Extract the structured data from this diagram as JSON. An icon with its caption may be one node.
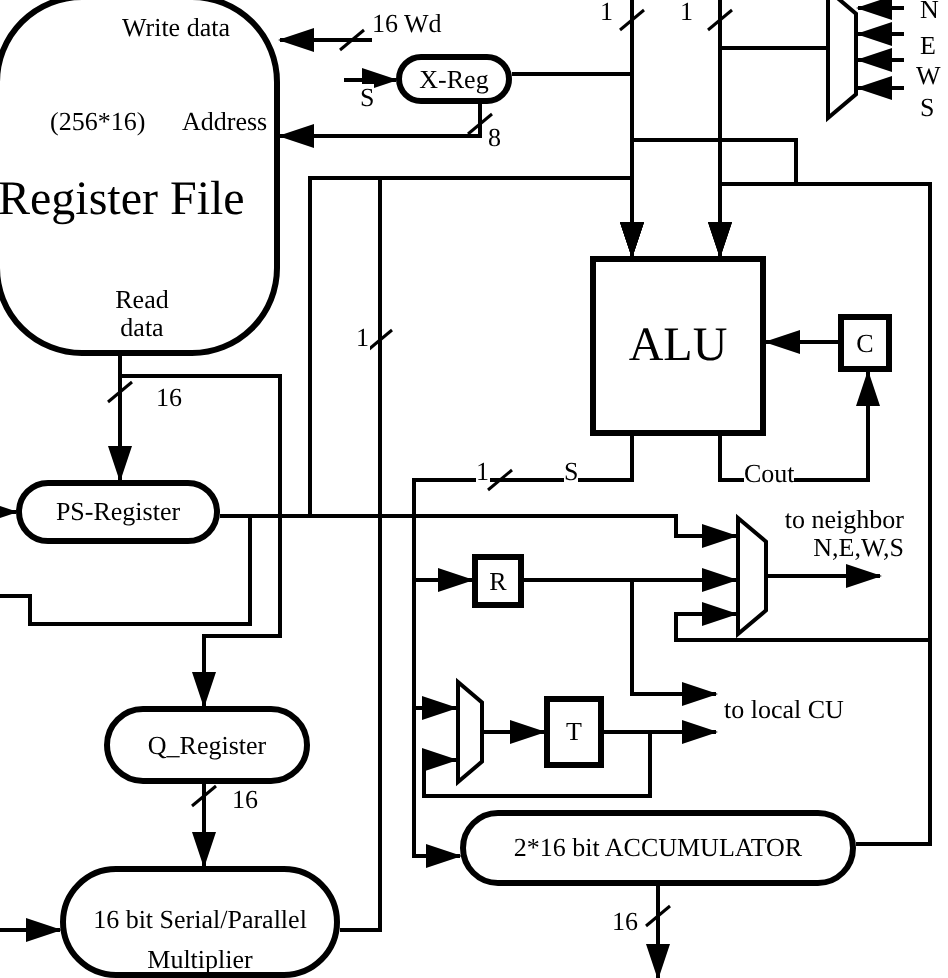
{
  "diagram": {
    "nodes": [
      {
        "text": [
          "Write data",
          "(256*16)",
          "Address",
          "Register File",
          "Read data"
        ]
      },
      {
        "text": [
          "X-Reg"
        ]
      },
      {
        "text": [
          "ALU"
        ]
      },
      {
        "text": [
          "C"
        ]
      },
      {
        "text": [
          "PS-Register"
        ]
      },
      {
        "text": [
          "R"
        ]
      },
      {
        "text": [],
        "shape": "trapezoid"
      },
      {
        "text": [],
        "shape": "trapezoid"
      },
      {
        "text": [],
        "shape": "trapezoid"
      },
      {
        "text": [
          "T"
        ]
      },
      {
        "text": [
          "Q_Register"
        ]
      },
      {
        "text": [
          "16 bit Serial/Parallel Multiplier"
        ]
      },
      {
        "text": [
          "2*16 bit ACCUMULATOR"
        ]
      }
    ],
    "edges": [
      {
        "from": null,
        "to": 0,
        "arrow": "to",
        "label": "16 Wd"
      },
      {
        "from": null,
        "to": 1,
        "arrow": "to",
        "label": "S"
      },
      {
        "from": 1,
        "to": 0,
        "arrow": "to",
        "label": "8"
      },
      {
        "from": 1,
        "to": 2,
        "arrow": "to"
      },
      {
        "from": null,
        "to": 2,
        "arrow": "to",
        "label": "1"
      },
      {
        "from": null,
        "to": 2,
        "arrow": "to",
        "label": "1"
      },
      {
        "from": 7,
        "to": 2,
        "arrow": "to"
      },
      {
        "from": null,
        "to": 7,
        "arrow": "to",
        "label": "N"
      },
      {
        "from": null,
        "to": 7,
        "arrow": "to",
        "label": "E"
      },
      {
        "from": null,
        "to": 7,
        "arrow": "to",
        "label": "W"
      },
      {
        "from": null,
        "to": 7,
        "arrow": "to",
        "label": "S"
      },
      {
        "from": 4,
        "to": 2,
        "arrow": "to"
      },
      {
        "from": 12,
        "to": 2,
        "arrow": "to"
      },
      {
        "from": 12,
        "to": 2,
        "arrow": "to"
      },
      {
        "from": 12,
        "to": 6,
        "arrow": "to"
      },
      {
        "from": 3,
        "to": 2,
        "arrow": "to"
      },
      {
        "from": 2,
        "to": 3,
        "arrow": "to",
        "label": "Cout"
      },
      {
        "from": 2,
        "to": 5,
        "arrow": "to",
        "label": "1"
      },
      {
        "from": 2,
        "to": 8,
        "arrow": "to"
      },
      {
        "from": 2,
        "to": 12,
        "arrow": "to"
      },
      {
        "from": 4,
        "to": 6,
        "arrow": "to"
      },
      {
        "from": 5,
        "to": 6,
        "arrow": "to"
      },
      {
        "from": 6,
        "to": null,
        "arrow": "to",
        "label": "to neighbor N,E,W,S"
      },
      {
        "from": 5,
        "to": null,
        "arrow": "to"
      },
      {
        "from": 9,
        "to": null,
        "arrow": "to",
        "label": "to local CU"
      },
      {
        "from": 9,
        "to": 8,
        "arrow": "to"
      },
      {
        "from": 8,
        "to": 9,
        "arrow": "to"
      },
      {
        "from": 0,
        "to": 4,
        "arrow": "to",
        "label": "16"
      },
      {
        "from": 0,
        "to": 10,
        "arrow": "to"
      },
      {
        "from": 4,
        "to": null,
        "arrow": "none"
      },
      {
        "from": null,
        "to": 4,
        "arrow": "to"
      },
      {
        "from": 10,
        "to": 11,
        "arrow": "to",
        "label": "16"
      },
      {
        "from": 11,
        "to": 2,
        "arrow": "to",
        "label": "1"
      },
      {
        "from": null,
        "to": 11,
        "arrow": "to"
      },
      {
        "from": 12,
        "to": null,
        "arrow": "to",
        "label": "16"
      }
    ],
    "labels": [
      "S"
    ]
  }
}
